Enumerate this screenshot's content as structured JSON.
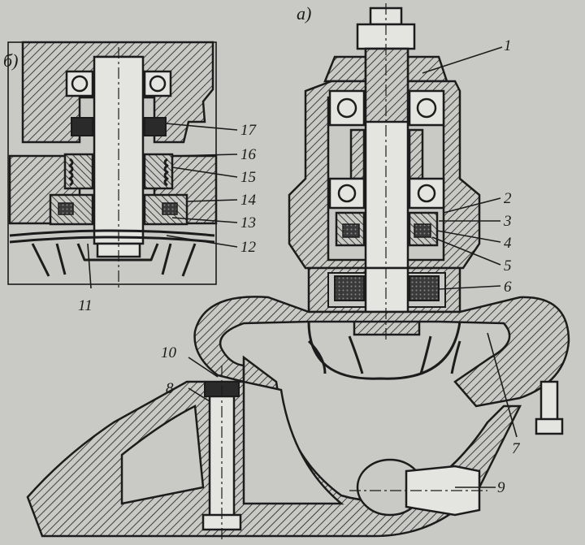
{
  "figure": {
    "view_labels": {
      "a": "a)",
      "b": "б)"
    },
    "callouts_a": [
      "1",
      "2",
      "3",
      "4",
      "5",
      "6",
      "7",
      "8",
      "9",
      "10"
    ],
    "callouts_b": [
      "11",
      "12",
      "13",
      "14",
      "15",
      "16",
      "17"
    ]
  },
  "colors": {
    "paper": "#c9c9c6",
    "ink": "#1c1c1c"
  }
}
